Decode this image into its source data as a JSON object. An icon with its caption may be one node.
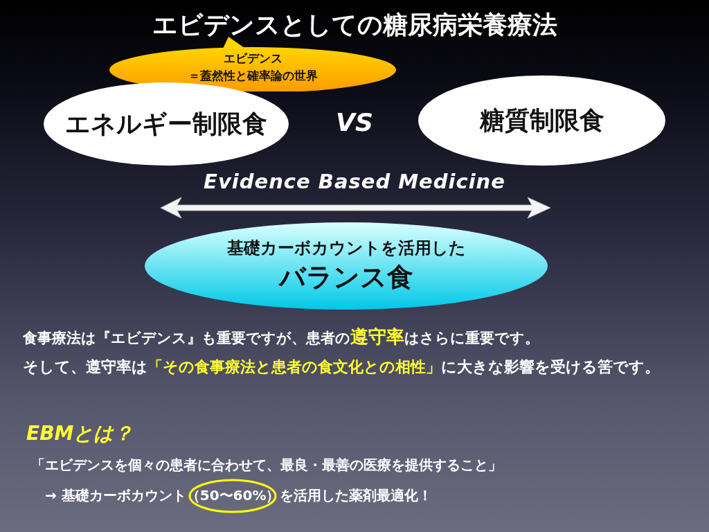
{
  "diagram": {
    "title": "エビデンスとしての糖尿病栄養療法",
    "nodes": [
      {
        "text": [
          "エビデンス",
          "＝蓋然性と確率論の世界"
        ]
      },
      {
        "text": [
          "エネルギー制限食"
        ]
      },
      {
        "text": [
          "糖質制限食"
        ]
      },
      {
        "text": [
          "基礎カーボカウントを活用した",
          "バランス食"
        ]
      }
    ],
    "edges": [],
    "labels": [
      "VS",
      "Evidence Based Medicine",
      "食事療法は『エビデンス』も重要ですが、患者の**遵守率**はさらに重要です。",
      "そして、遵守率は**「その食事療法と患者の食文化との相性」**に大きな影響を受ける筈です。",
      "EBMとは？",
      "「エビデンスを個々の患者に合わせて、最良・最善の医療を提供すること」",
      "→ 基礎カーボカウント（50〜60%）を活用した薬剤最適化！"
    ]
  }
}
